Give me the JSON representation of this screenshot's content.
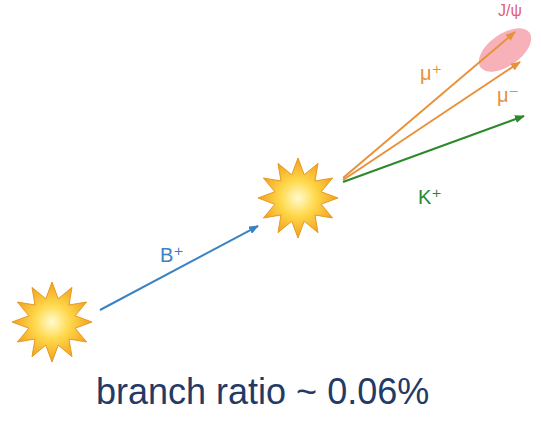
{
  "diagram": {
    "caption": "branch ratio ~ 0.06%",
    "labels": [
      "J/ψ",
      "μ⁺",
      "μ⁻",
      "K⁺",
      "B⁺"
    ]
  }
}
